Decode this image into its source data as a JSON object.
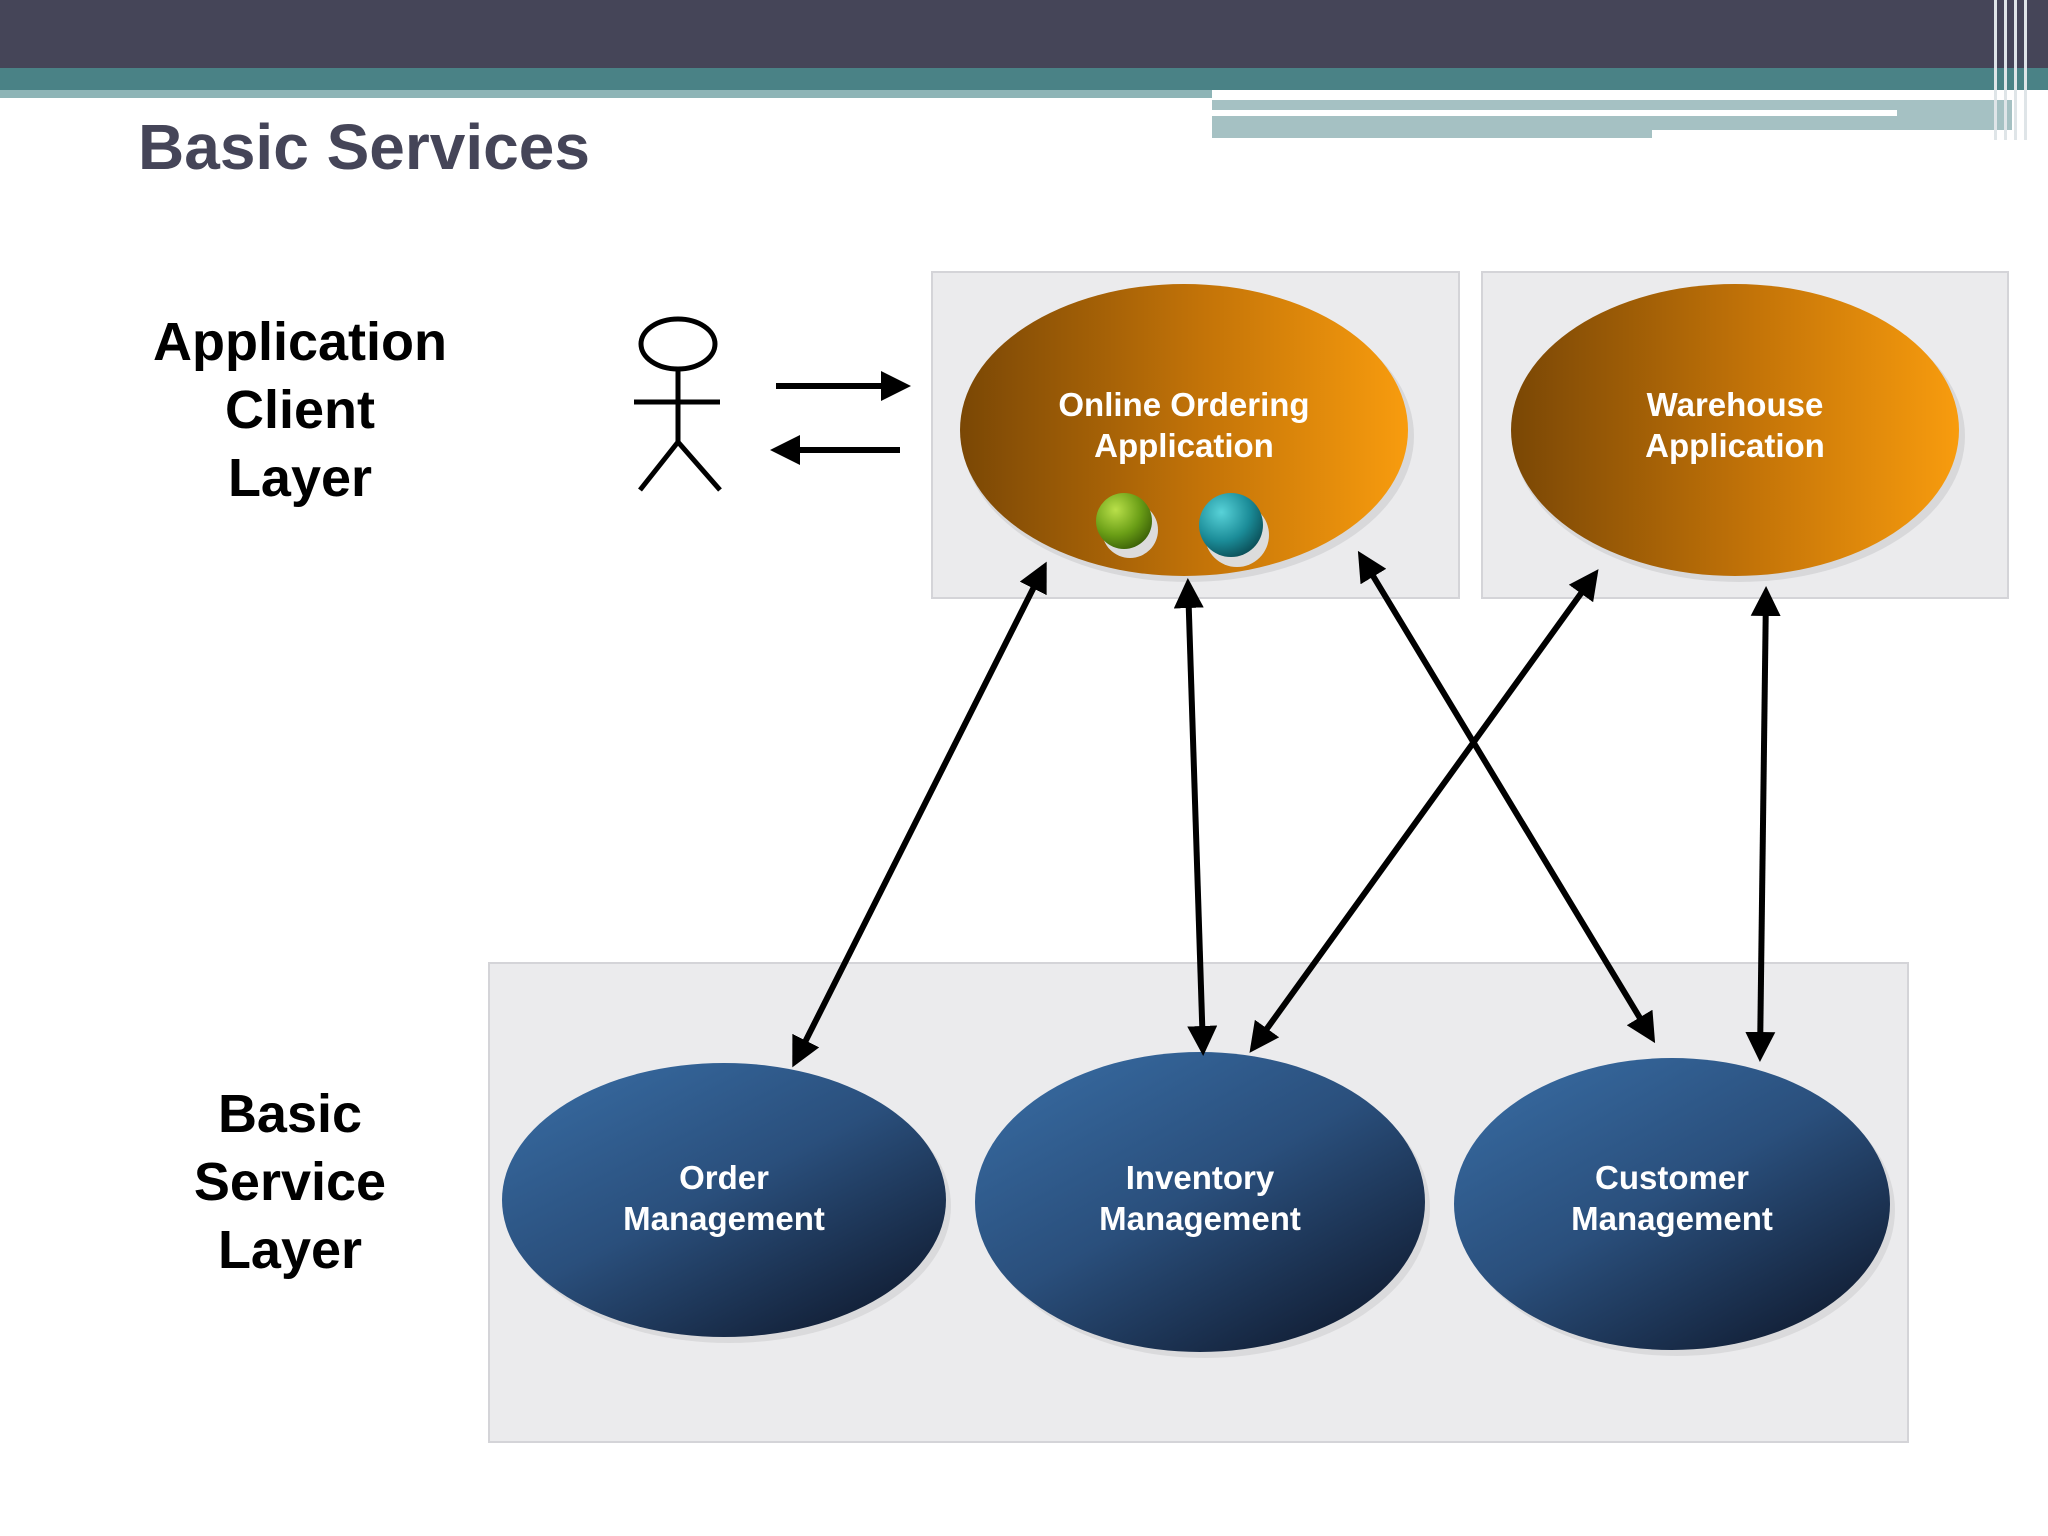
{
  "slide": {
    "title": "Basic Services"
  },
  "layers": {
    "client": [
      "Application",
      "Client",
      "Layer"
    ],
    "service": [
      "Basic",
      "Service",
      "Layer"
    ]
  },
  "nodes": {
    "online_ordering": [
      "Online Ordering",
      "Application"
    ],
    "warehouse": [
      "Warehouse",
      "Application"
    ],
    "order_mgmt": [
      "Order",
      "Management"
    ],
    "inventory_mgmt": [
      "Inventory",
      "Management"
    ],
    "customer_mgmt": [
      "Customer",
      "Management"
    ]
  },
  "colors": {
    "header_dark": "#454558",
    "header_teal": "#4a8286",
    "panel_fill": "#ebebed",
    "orange_light": "#f59a0c",
    "orange_dark": "#7a4705",
    "blue_light": "#336497",
    "blue_dark": "#14223c",
    "arrow": "#000000"
  },
  "icons": [
    "stick-figure-user-icon",
    "green-circle-icon",
    "teal-circle-icon"
  ]
}
